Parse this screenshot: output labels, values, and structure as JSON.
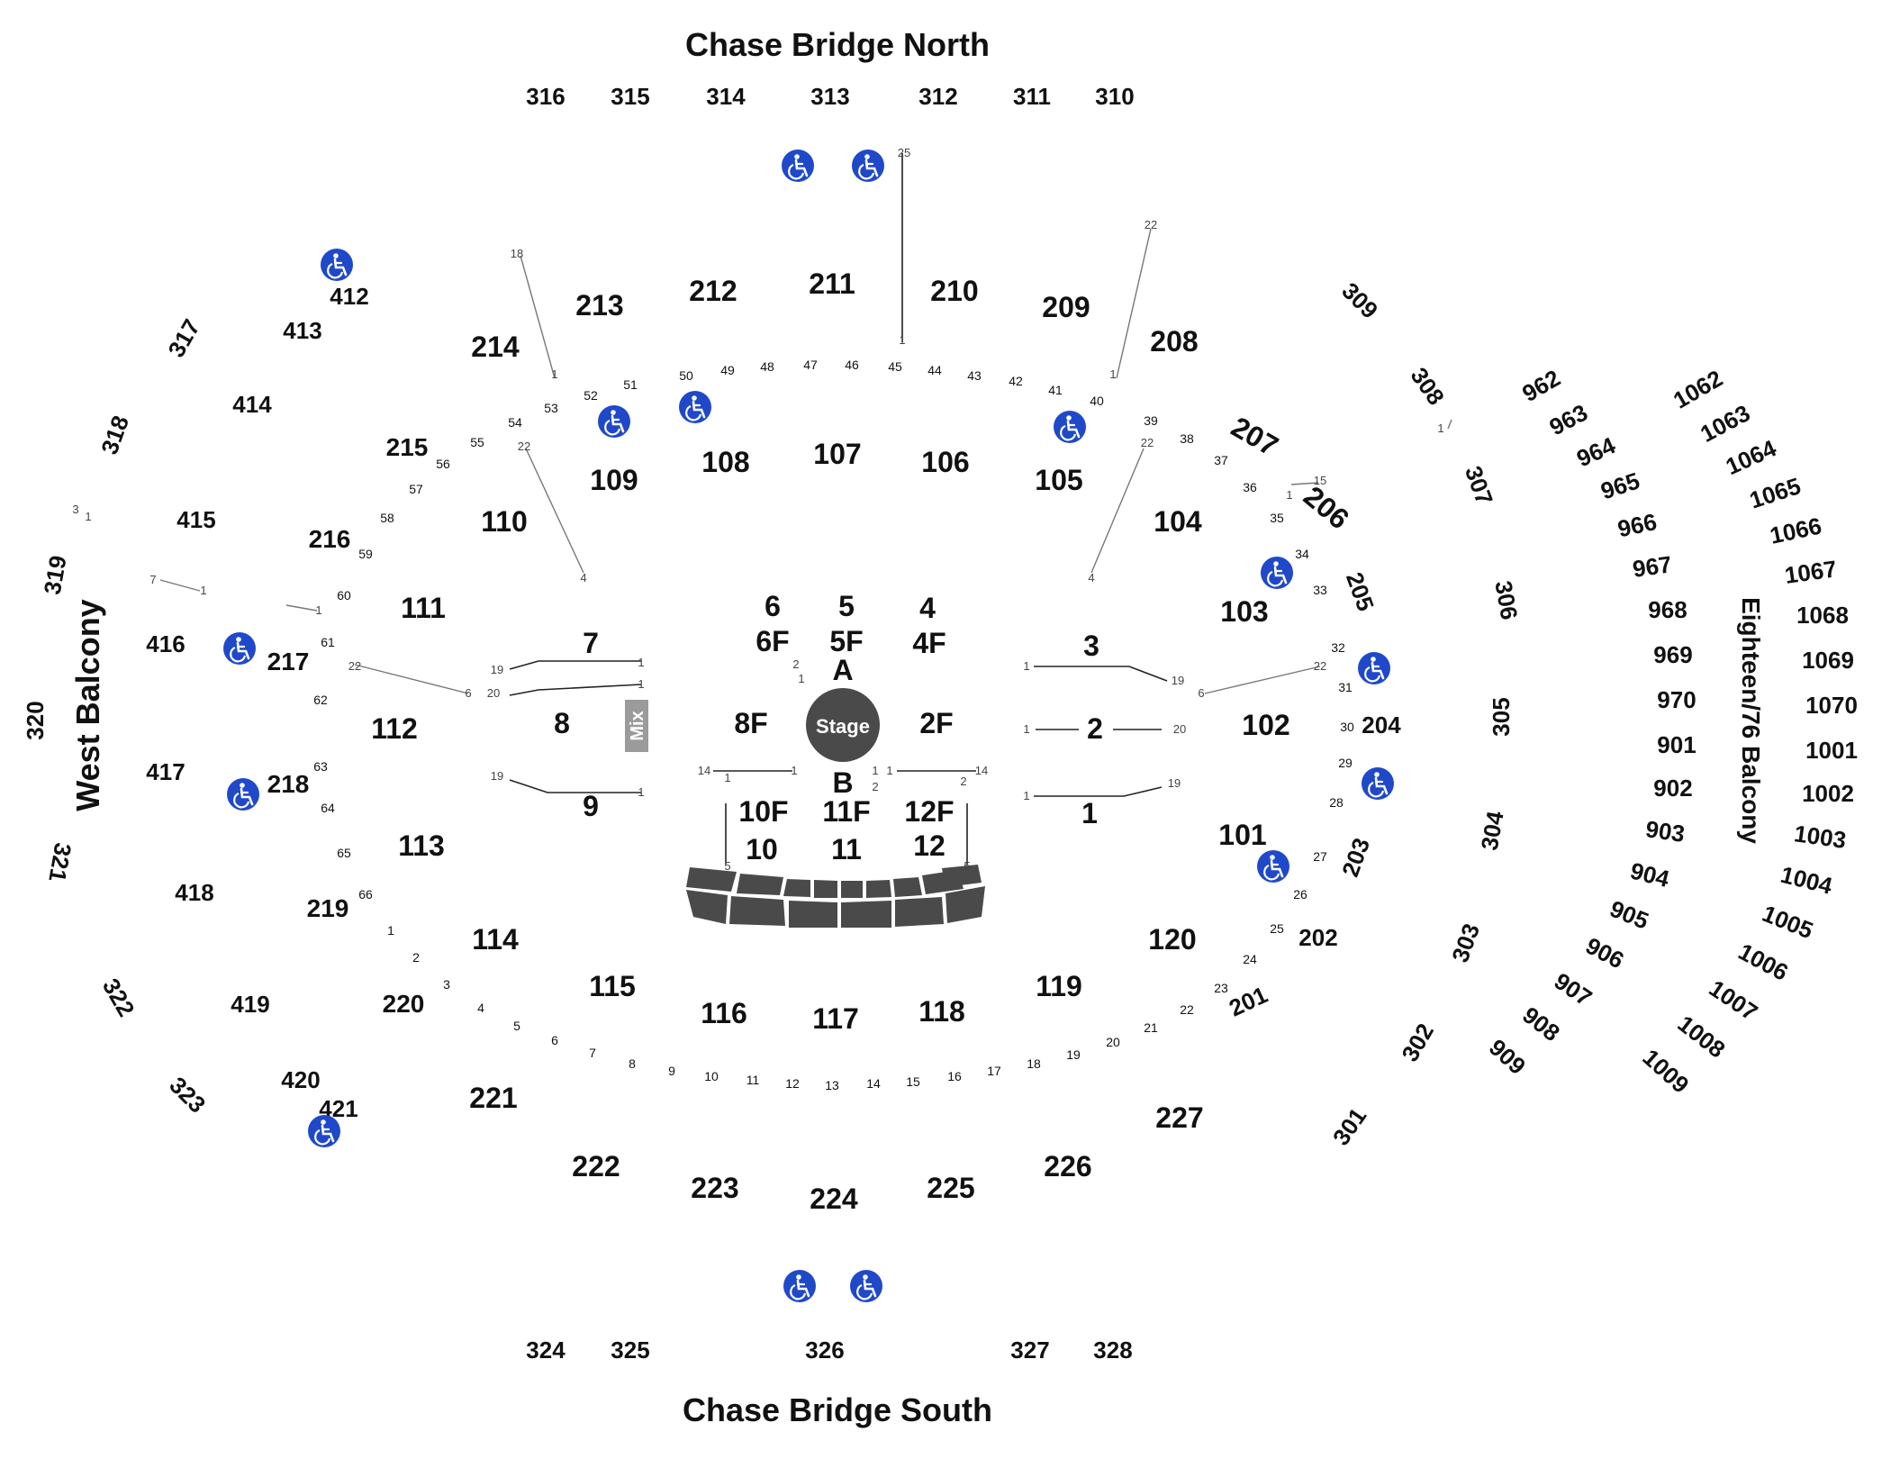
{
  "headings": {
    "north": "Chase Bridge North",
    "south": "Chase Bridge South",
    "west": "West Balcony",
    "east": "Eighteen/76 Balcony"
  },
  "stage": {
    "label": "Stage",
    "color": "#4a4a4a"
  },
  "mix": {
    "label": "Mix",
    "color": "#9b9b9b"
  },
  "colors": {
    "accessible": "#1f49c9",
    "pit": "#4a4a4a",
    "text": "#111111"
  },
  "bridge_north": [
    "316",
    "315",
    "314",
    "313",
    "312",
    "311",
    "310"
  ],
  "bridge_south": [
    "324",
    "325",
    "326",
    "327",
    "328"
  ],
  "floor": [
    "1",
    "2",
    "3",
    "4",
    "5",
    "6",
    "7",
    "8",
    "9",
    "10",
    "11",
    "12",
    "A",
    "B",
    "2F",
    "4F",
    "5F",
    "6F",
    "8F",
    "10F",
    "11F",
    "12F"
  ],
  "lower_bowl": [
    "101",
    "102",
    "103",
    "104",
    "105",
    "106",
    "107",
    "108",
    "109",
    "110",
    "111",
    "112",
    "113",
    "114",
    "115",
    "116",
    "117",
    "118",
    "119",
    "120"
  ],
  "club_level": [
    "201",
    "202",
    "203",
    "204",
    "205",
    "206",
    "207",
    "208",
    "209",
    "210",
    "211",
    "212",
    "213",
    "214",
    "215",
    "216",
    "217",
    "218",
    "219",
    "220",
    "221",
    "222",
    "223",
    "224",
    "225",
    "226",
    "227"
  ],
  "upper_300": [
    "301",
    "302",
    "303",
    "304",
    "305",
    "306",
    "307",
    "308",
    "309",
    "317",
    "318",
    "319",
    "320",
    "321",
    "322",
    "323"
  ],
  "upper_400": [
    "412",
    "413",
    "414",
    "415",
    "416",
    "417",
    "418",
    "419",
    "420",
    "421"
  ],
  "balcony_900": [
    "962",
    "963",
    "964",
    "965",
    "966",
    "967",
    "968",
    "969",
    "970",
    "901",
    "902",
    "903",
    "904",
    "905",
    "906",
    "907",
    "908",
    "909"
  ],
  "balcony_1000": [
    "1062",
    "1063",
    "1064",
    "1065",
    "1066",
    "1067",
    "1068",
    "1069",
    "1070",
    "1001",
    "1002",
    "1003",
    "1004",
    "1005",
    "1006",
    "1007",
    "1008",
    "1009"
  ],
  "row_labels": [
    "1",
    "2",
    "3",
    "4",
    "5",
    "6",
    "7",
    "8",
    "9",
    "10",
    "11",
    "12",
    "13",
    "14",
    "15",
    "16",
    "17",
    "18",
    "19",
    "20",
    "21",
    "22",
    "23",
    "24",
    "25",
    "26",
    "27",
    "28",
    "29",
    "30",
    "31",
    "32",
    "33",
    "34",
    "35",
    "36",
    "37",
    "38",
    "39",
    "40",
    "41",
    "42",
    "43",
    "44",
    "45",
    "46",
    "47",
    "48",
    "49",
    "50",
    "51",
    "52",
    "53",
    "54",
    "55",
    "56",
    "57",
    "58",
    "59",
    "60",
    "61",
    "62",
    "63",
    "64",
    "65",
    "66"
  ],
  "misc_labels": [
    "1",
    "1",
    "1",
    "1",
    "1",
    "1",
    "1",
    "1",
    "1",
    "1",
    "1",
    "1",
    "1",
    "1",
    "1",
    "1",
    "1",
    "1",
    "1",
    "2",
    "2",
    "2",
    "3",
    "4",
    "4",
    "6",
    "6",
    "7",
    "14",
    "14",
    "15",
    "18",
    "19",
    "19",
    "19",
    "19",
    "20",
    "20",
    "22",
    "22",
    "22",
    "22",
    "22",
    "25",
    "5",
    "5"
  ],
  "accessible_icon": "wheelchair-icon"
}
